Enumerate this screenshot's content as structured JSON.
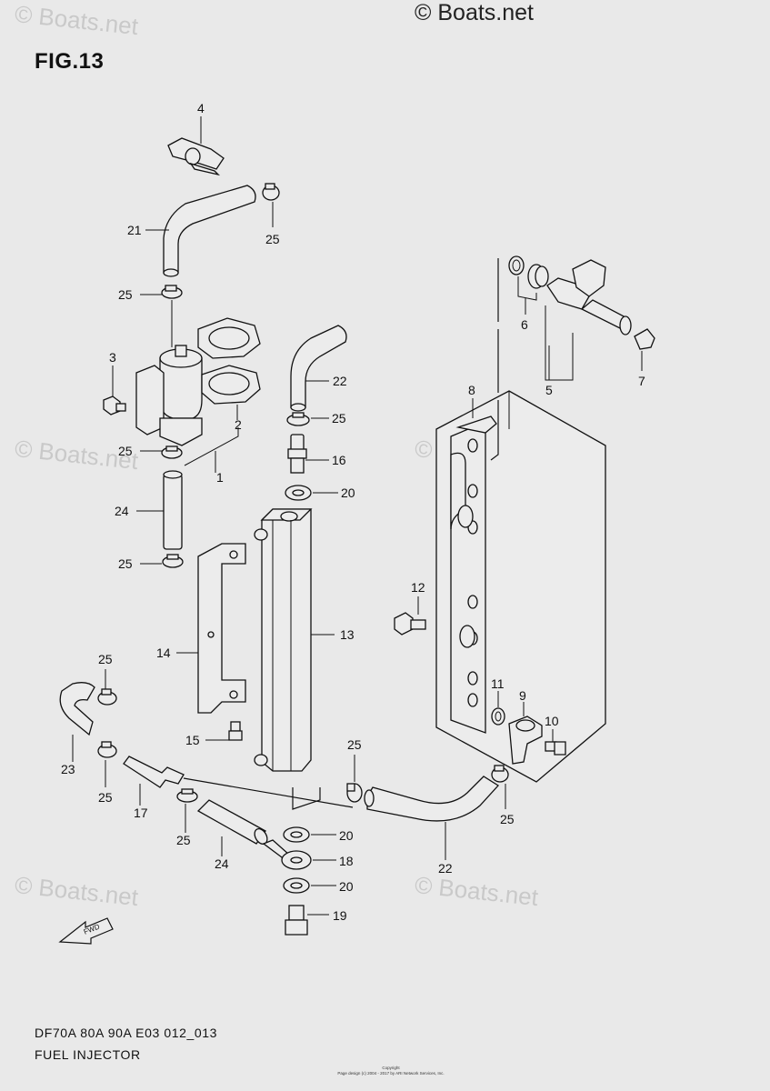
{
  "header": {
    "figure": "FIG.13",
    "copyright": "© Boats.net"
  },
  "watermark": "© Boats.net",
  "footer": {
    "model_code": "DF70A 80A 90A E03 012_013",
    "section_title": "FUEL INJECTOR",
    "fineprint_1": "Copyright",
    "fineprint_2": "Page design (c) 2004 - 2017 by ARI Network Services, Inc."
  },
  "fwd_label": "FWD",
  "callouts": [
    "1",
    "2",
    "3",
    "4",
    "5",
    "6",
    "7",
    "8",
    "9",
    "10",
    "11",
    "12",
    "13",
    "14",
    "15",
    "16",
    "17",
    "18",
    "19",
    "20",
    "20",
    "20",
    "21",
    "22",
    "22",
    "23",
    "24",
    "24",
    "25",
    "25",
    "25",
    "25",
    "25",
    "25",
    "25",
    "25",
    "25",
    "25"
  ]
}
